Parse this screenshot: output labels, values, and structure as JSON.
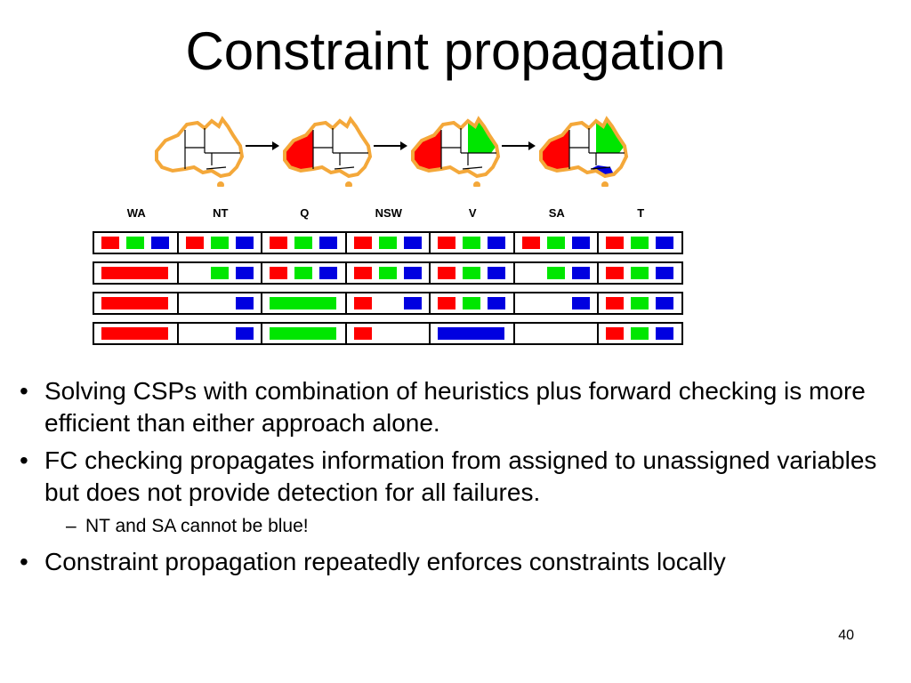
{
  "slide": {
    "title": "Constraint propagation",
    "page_number": "40",
    "colors": {
      "red": "#ff0000",
      "green": "#00e600",
      "blue": "#0000e0",
      "outline": "#f4a83a"
    }
  },
  "figure": {
    "variables": [
      "WA",
      "NT",
      "Q",
      "NSW",
      "V",
      "SA",
      "T"
    ],
    "maps": [
      {
        "colored": []
      },
      {
        "colored": {
          "WA": "red"
        }
      },
      {
        "colored": {
          "WA": "red",
          "Q": "green"
        }
      },
      {
        "colored": {
          "WA": "red",
          "Q": "green",
          "V": "blue"
        }
      }
    ],
    "domains": [
      [
        [
          "red",
          "green",
          "blue"
        ],
        [
          "red",
          "green",
          "blue"
        ],
        [
          "red",
          "green",
          "blue"
        ],
        [
          "red",
          "green",
          "blue"
        ],
        [
          "red",
          "green",
          "blue"
        ],
        [
          "red",
          "green",
          "blue"
        ],
        [
          "red",
          "green",
          "blue"
        ]
      ],
      [
        [
          "red"
        ],
        [
          "green",
          "blue"
        ],
        [
          "red",
          "green",
          "blue"
        ],
        [
          "red",
          "green",
          "blue"
        ],
        [
          "red",
          "green",
          "blue"
        ],
        [
          "green",
          "blue"
        ],
        [
          "red",
          "green",
          "blue"
        ]
      ],
      [
        [
          "red"
        ],
        [
          "blue"
        ],
        [
          "green"
        ],
        [
          "red",
          "blue"
        ],
        [
          "red",
          "green",
          "blue"
        ],
        [
          "blue"
        ],
        [
          "red",
          "green",
          "blue"
        ]
      ],
      [
        [
          "red"
        ],
        [
          "blue"
        ],
        [
          "green"
        ],
        [
          "red"
        ],
        [
          "blue"
        ],
        [],
        [
          "red",
          "green",
          "blue"
        ]
      ]
    ]
  },
  "bullets": [
    {
      "text": "Solving CSPs with combination of heuristics plus forward checking is more efficient than either approach alone."
    },
    {
      "text": "FC checking propagates information from assigned to unassigned variables but does not provide detection for all failures."
    }
  ],
  "sub_bullets": [
    {
      "text": "NT and SA cannot be blue!"
    }
  ],
  "last_bullet": {
    "text": "Constraint propagation repeatedly enforces constraints locally"
  }
}
